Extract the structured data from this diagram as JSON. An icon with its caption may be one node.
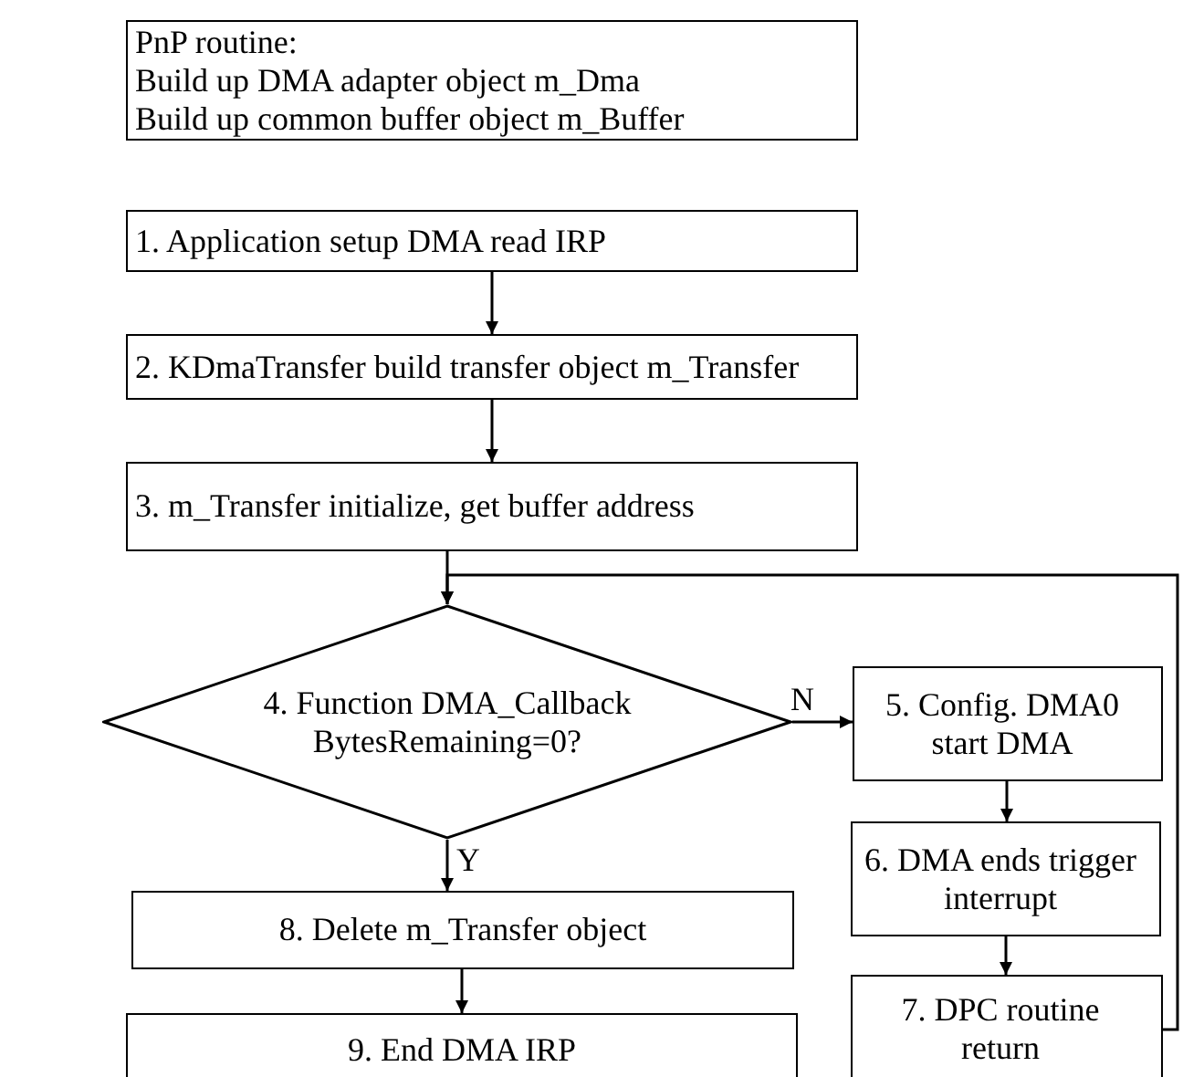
{
  "diagram": {
    "nodes": [
      {
        "text": [
          "PnP routine:",
          "Build up DMA adapter object m_Dma",
          "Build up common buffer object m_Buffer"
        ]
      },
      {
        "text": [
          "1. Application setup DMA read IRP"
        ]
      },
      {
        "text": [
          "2. KDmaTransfer build transfer object m_Transfer"
        ]
      },
      {
        "text": [
          "3. m_Transfer initialize, get buffer address"
        ]
      },
      {
        "text": [
          "4. Function DMA_Callback BytesRemaining=0?"
        ]
      },
      {
        "text": [
          "5. Config. DMA0 start DMA"
        ]
      },
      {
        "text": [
          "6. DMA ends trigger interrupt"
        ]
      },
      {
        "text": [
          "7. DPC routine return"
        ]
      },
      {
        "text": [
          "8. Delete m_Transfer object"
        ]
      },
      {
        "text": [
          "9. End DMA IRP"
        ]
      }
    ],
    "edges": [
      {
        "from": 1,
        "to": 2,
        "arrow": "to"
      },
      {
        "from": 2,
        "to": 3,
        "arrow": "to"
      },
      {
        "from": 3,
        "to": 4,
        "arrow": "to"
      },
      {
        "from": 4,
        "to": 5,
        "arrow": "to",
        "label": "N"
      },
      {
        "from": 5,
        "to": 6,
        "arrow": "to"
      },
      {
        "from": 6,
        "to": 7,
        "arrow": "to"
      },
      {
        "from": 7,
        "to": 4,
        "arrow": "to"
      },
      {
        "from": 4,
        "to": 8,
        "arrow": "to",
        "label": "Y"
      },
      {
        "from": 8,
        "to": 9,
        "arrow": "to"
      }
    ]
  }
}
